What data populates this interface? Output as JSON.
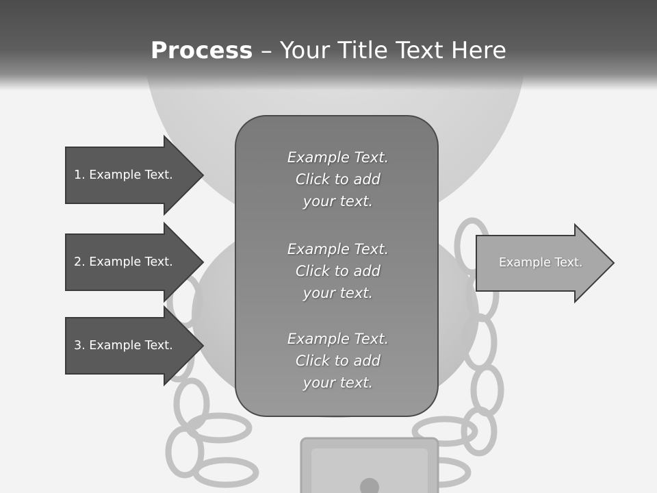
{
  "title": {
    "bold": "Process",
    "rest": " – Your Title Text Here"
  },
  "inputs": [
    {
      "label": "1. Example Text."
    },
    {
      "label": "2. Example Text."
    },
    {
      "label": "3. Example Text."
    }
  ],
  "center": [
    {
      "line1": "Example Text.",
      "line2": "Click  to add",
      "line3": "your text."
    },
    {
      "line1": "Example Text.",
      "line2": "Click  to add",
      "line3": "your text."
    },
    {
      "line1": "Example Text.",
      "line2": "Click  to add",
      "line3": "your text."
    }
  ],
  "output": {
    "label": "Example Text."
  },
  "colors": {
    "input_arrow": "#5a5a5a",
    "output_arrow": "#a8a8a8",
    "center_box": "#888888",
    "header": "#555555"
  },
  "icons": [
    "padlock-chain-illustration"
  ]
}
